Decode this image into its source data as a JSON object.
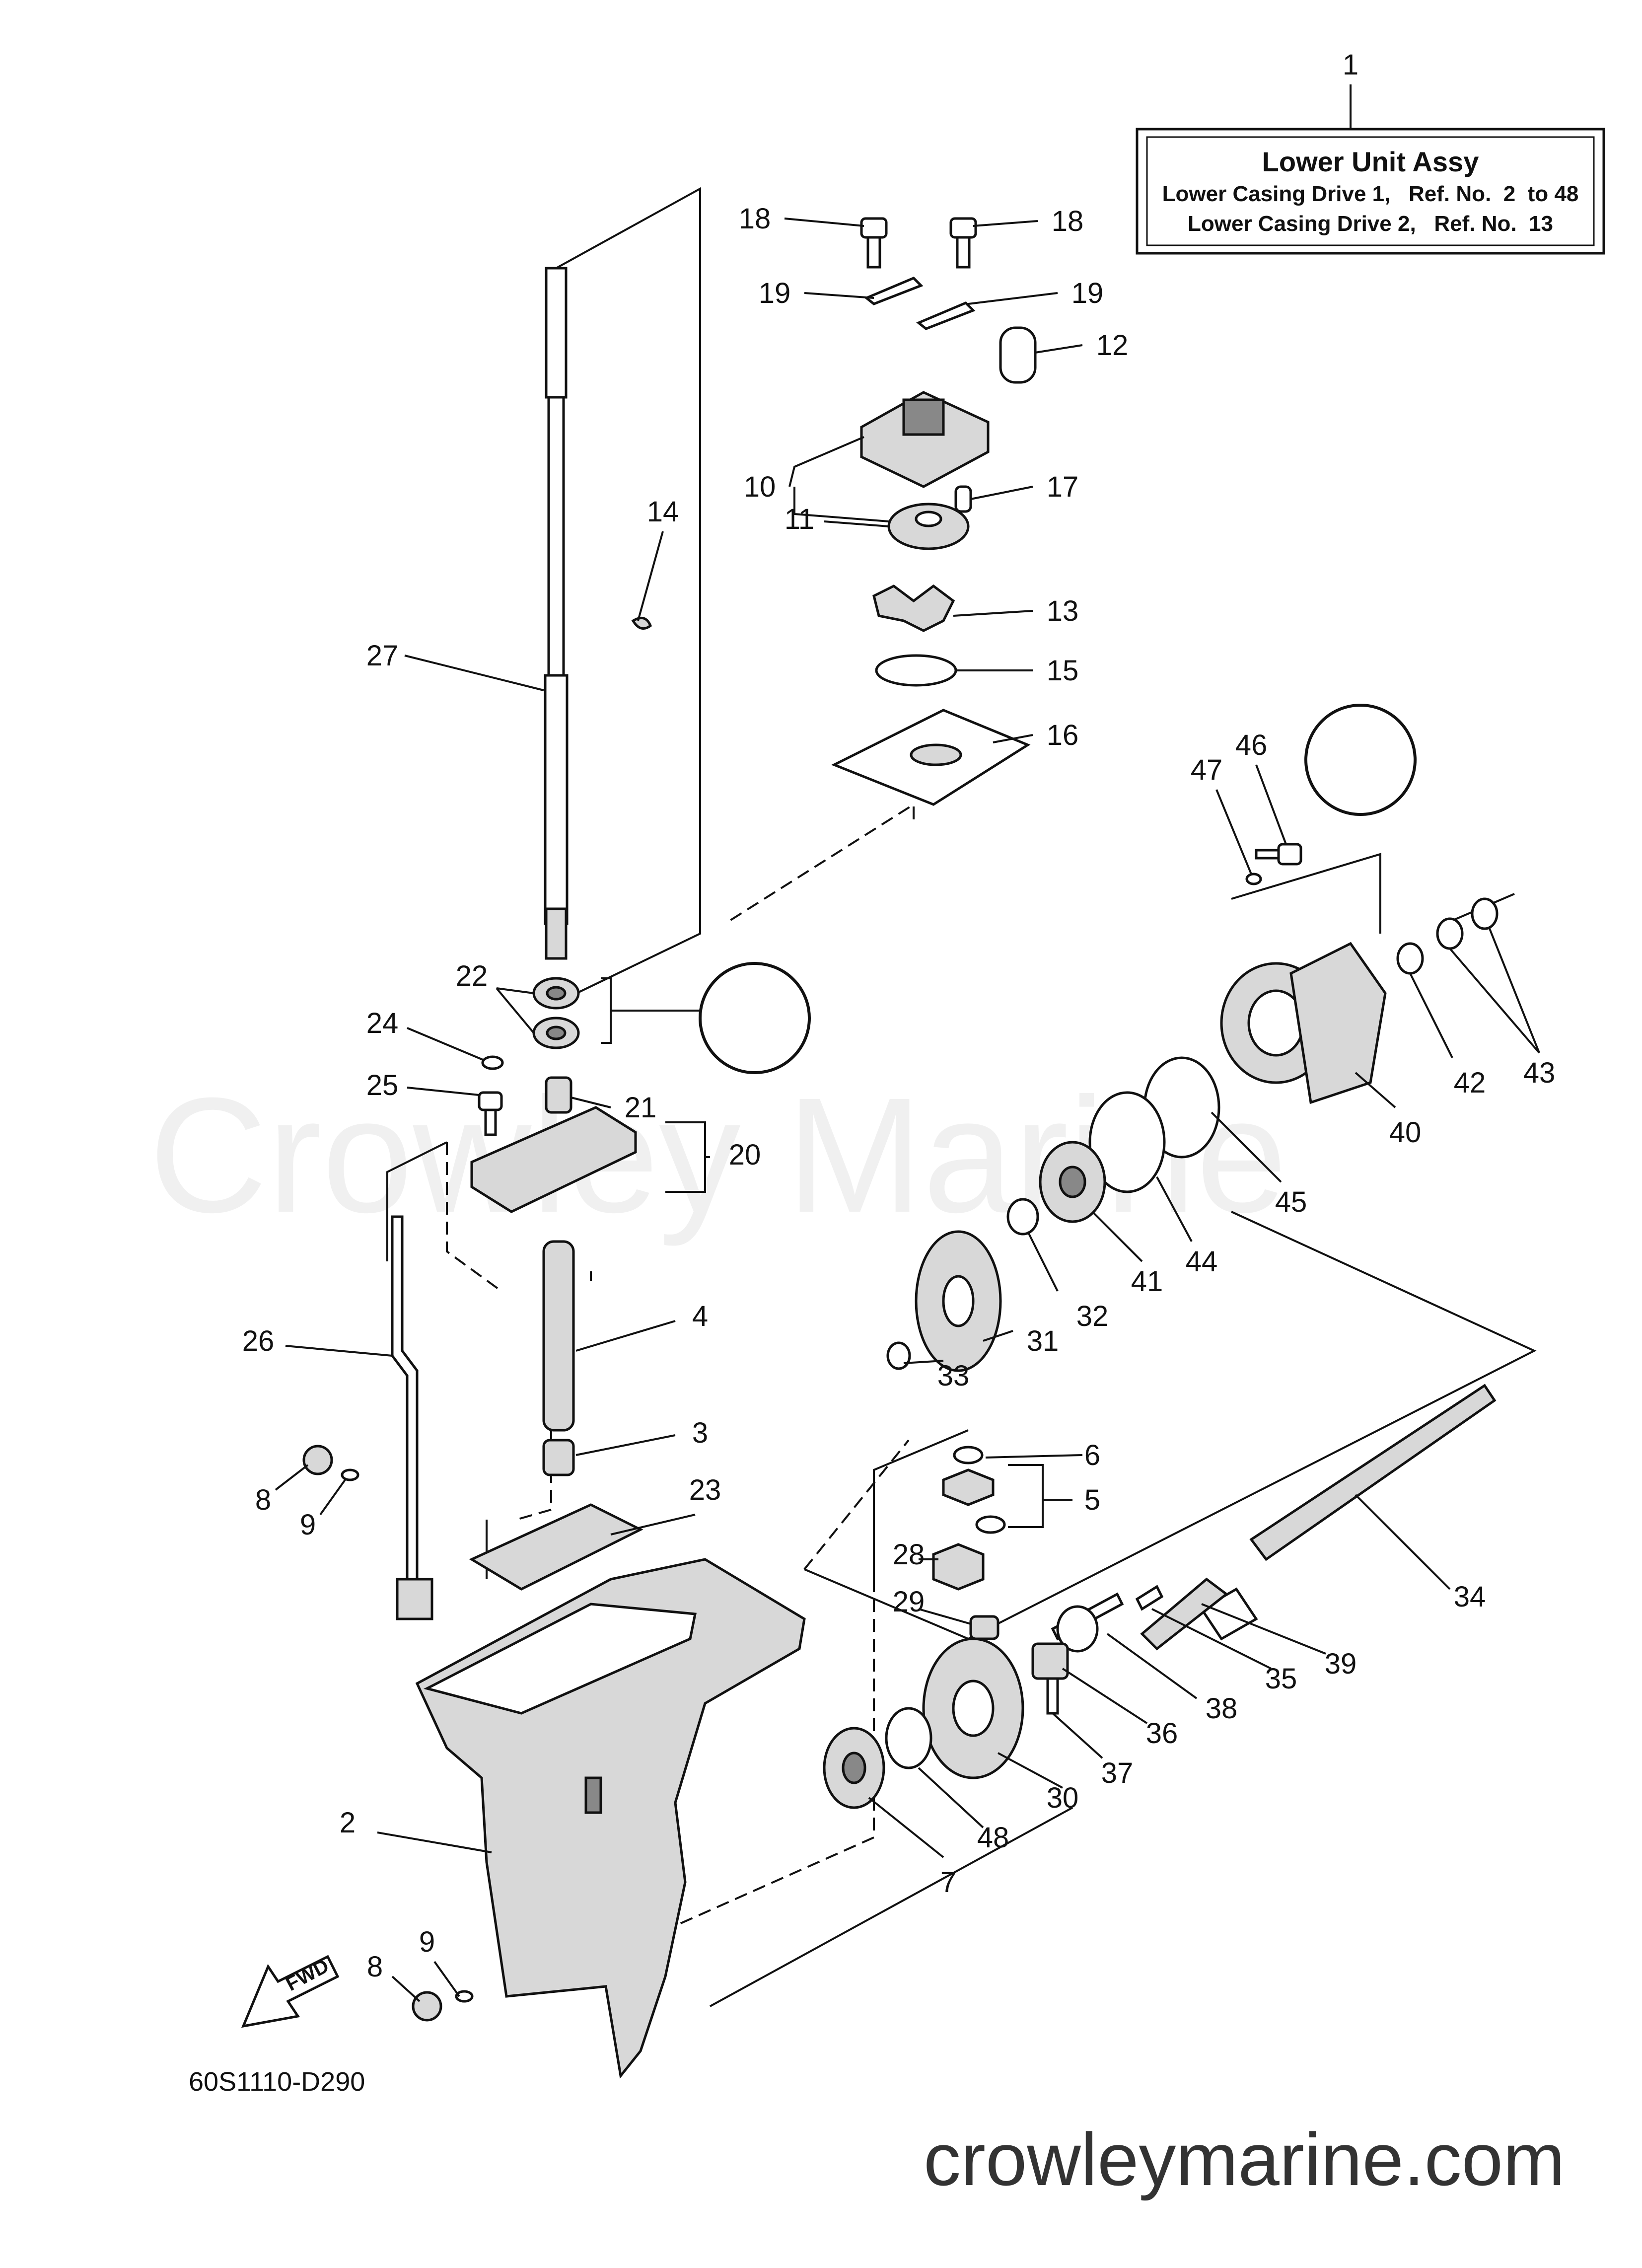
{
  "info_box": {
    "ref_number": "1",
    "title": "Lower Unit Assy",
    "line1": "Lower Casing Drive 1,   Ref. No.  2  to 48",
    "line2": "Lower Casing Drive 2,   Ref. No.  13"
  },
  "drawing_code": "60S1110-D290",
  "fwd_label": "FWD",
  "watermark": "Crowley Marine",
  "site_url": "crowleymarine.com",
  "callouts": [
    {
      "label": "1"
    },
    {
      "label": "18"
    },
    {
      "label": "18"
    },
    {
      "label": "19"
    },
    {
      "label": "19"
    },
    {
      "label": "12"
    },
    {
      "label": "10"
    },
    {
      "label": "17"
    },
    {
      "label": "11"
    },
    {
      "label": "14"
    },
    {
      "label": "13"
    },
    {
      "label": "15"
    },
    {
      "label": "27"
    },
    {
      "label": "16"
    },
    {
      "label": "47"
    },
    {
      "label": "46"
    },
    {
      "label": "22"
    },
    {
      "label": "24"
    },
    {
      "label": "25"
    },
    {
      "label": "21"
    },
    {
      "label": "20"
    },
    {
      "label": "42"
    },
    {
      "label": "43"
    },
    {
      "label": "40"
    },
    {
      "label": "45"
    },
    {
      "label": "44"
    },
    {
      "label": "41"
    },
    {
      "label": "32"
    },
    {
      "label": "31"
    },
    {
      "label": "33"
    },
    {
      "label": "26"
    },
    {
      "label": "4"
    },
    {
      "label": "3"
    },
    {
      "label": "6"
    },
    {
      "label": "5"
    },
    {
      "label": "23"
    },
    {
      "label": "28"
    },
    {
      "label": "34"
    },
    {
      "label": "29"
    },
    {
      "label": "8"
    },
    {
      "label": "9"
    },
    {
      "label": "39"
    },
    {
      "label": "35"
    },
    {
      "label": "38"
    },
    {
      "label": "36"
    },
    {
      "label": "37"
    },
    {
      "label": "30"
    },
    {
      "label": "48"
    },
    {
      "label": "2"
    },
    {
      "label": "7"
    },
    {
      "label": "9"
    },
    {
      "label": "8"
    }
  ]
}
